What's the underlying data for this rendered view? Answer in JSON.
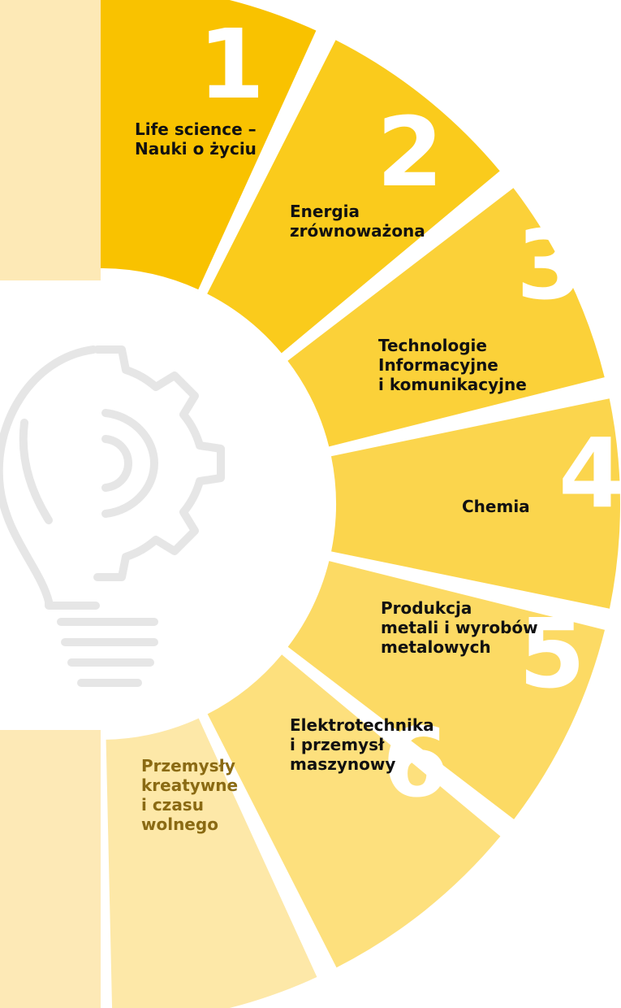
{
  "colors": {
    "background": "#ffffff",
    "pale_band": "#fde9b6",
    "bulb_outline": "#e6e6e6",
    "segment_number": "#ffffff",
    "label_dark": "#111111",
    "label_muted": "#8a6a13"
  },
  "segments": [
    {
      "number": "1",
      "label": "Life science –\nNauki o życiu",
      "color": "#f9c200"
    },
    {
      "number": "2",
      "label": "Energia\nzrównoważona",
      "color": "#facb1c"
    },
    {
      "number": "3",
      "label": "Technologie\nInformacyjne\ni komunikacyjne",
      "color": "#fbd139"
    },
    {
      "number": "4",
      "label": "Chemia",
      "color": "#fbd54d"
    },
    {
      "number": "5",
      "label": "Produkcja\nmetali i wyrobów\nmetalowych",
      "color": "#fcda64"
    },
    {
      "number": "6",
      "label": "Elektrotechnika\ni przemysł\nmaszynowy",
      "color": "#fde07d"
    },
    {
      "number": "",
      "label": "Przemysły\nkreatywne\ni czasu\nwolnego",
      "color": "#fde8a8"
    }
  ],
  "center_icon": "lightbulb-gear-icon"
}
